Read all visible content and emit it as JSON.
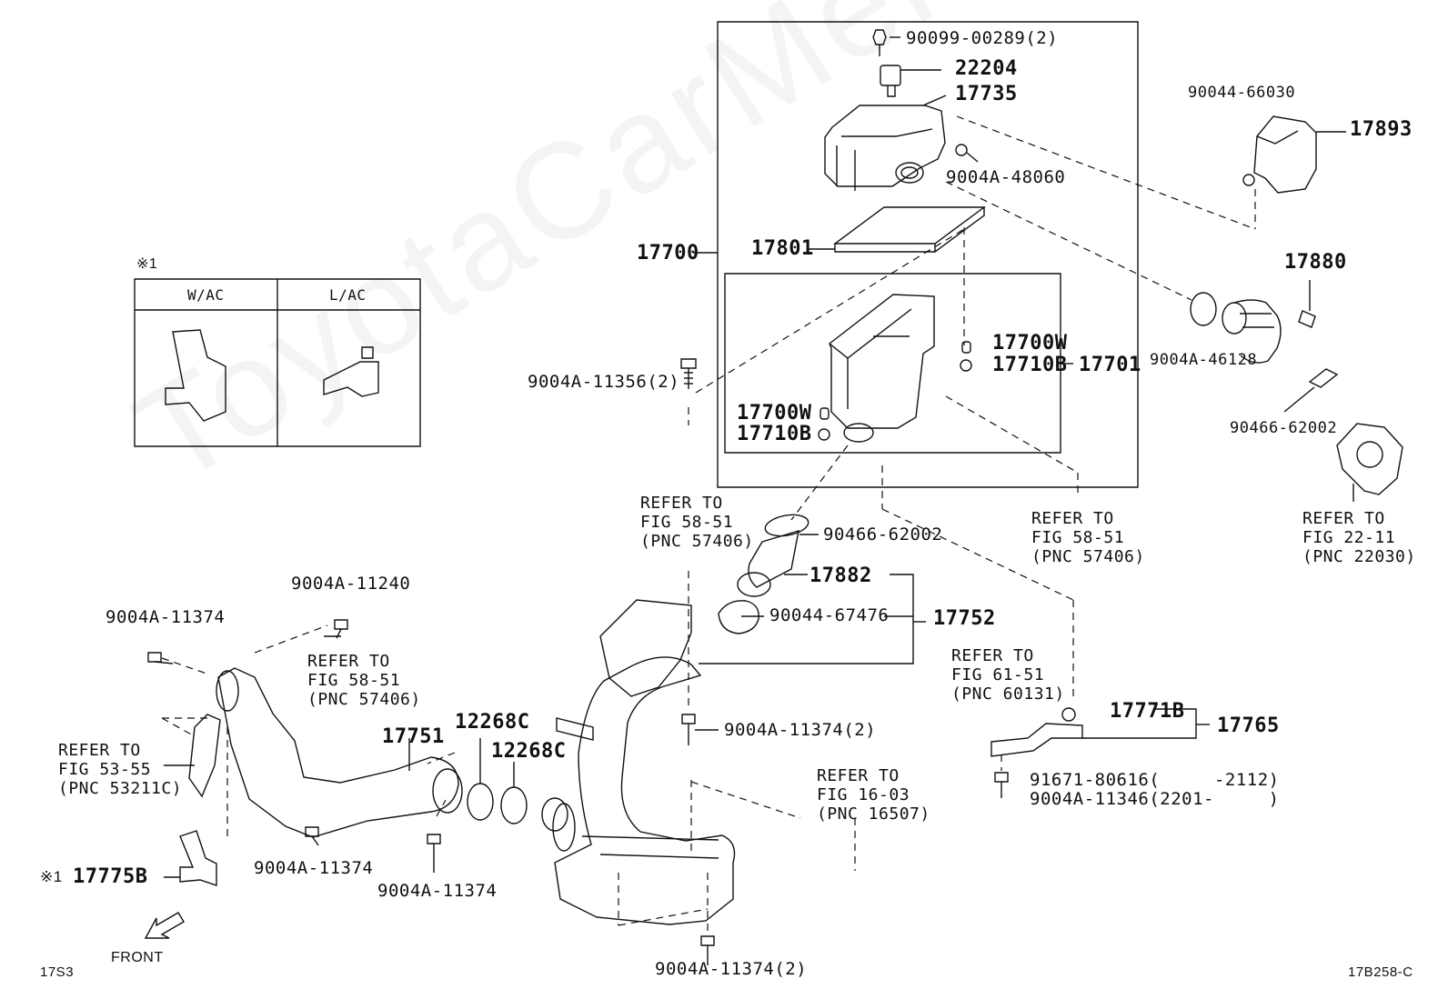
{
  "watermark": "ToyotaCarMer.ru",
  "inset": {
    "mark": "※1",
    "col_left": "W/AC",
    "col_right": "L/AC"
  },
  "labels": {
    "p90099_00289": "90099-00289(2)",
    "p22204": "22204",
    "p17735": "17735",
    "p9004A_48060": "9004A-48060",
    "p17801": "17801",
    "p17700": "17700",
    "p17700W_a": "17700W",
    "p17710B_a": "17710B",
    "p17701": "17701",
    "p9004A_11356": "9004A-11356(2)",
    "p17700W_b": "17700W",
    "p17710B_b": "17710B",
    "p90044_66030": "90044-66030",
    "p17893": "17893",
    "p17880": "17880",
    "p9004A_46128": "9004A-46128",
    "p90466_62002_a": "90466-62002",
    "p90466_62002_b": "90466-62002",
    "p17882": "17882",
    "p90044_67476": "90044-67476",
    "p17752": "17752",
    "p9004A_11374_2a": "9004A-11374(2)",
    "p17771B": "17771B",
    "p17765": "17765",
    "p91671_80616": "91671-80616(     -2112)",
    "p9004A_11346": "9004A-11346(2201-     )",
    "p9004A_11240": "9004A-11240",
    "p9004A_11374_a": "9004A-11374",
    "p17751": "17751",
    "p12268C_a": "12268C",
    "p12268C_b": "12268C",
    "p9004A_11374_b": "9004A-11374",
    "p9004A_11374_c": "9004A-11374",
    "p9004A_11374_2b": "9004A-11374(2)",
    "p17775B": "17775B",
    "p17775B_mark": "※1",
    "front": "FRONT",
    "code_left": "17S3",
    "code_right": "17B258-C"
  },
  "refs": {
    "r1": "REFER TO\nFIG 58-51\n(PNC 57406)",
    "r2": "REFER TO\nFIG 58-51\n(PNC 57406)",
    "r3": "REFER TO\nFIG 22-11\n(PNC 22030)",
    "r4": "REFER TO\nFIG 58-51\n(PNC 57406)",
    "r5": "REFER TO\nFIG 61-51\n(PNC 60131)",
    "r6": "REFER TO\nFIG 53-55\n(PNC 53211C)",
    "r7": "REFER TO\nFIG 16-03\n(PNC 16507)"
  }
}
